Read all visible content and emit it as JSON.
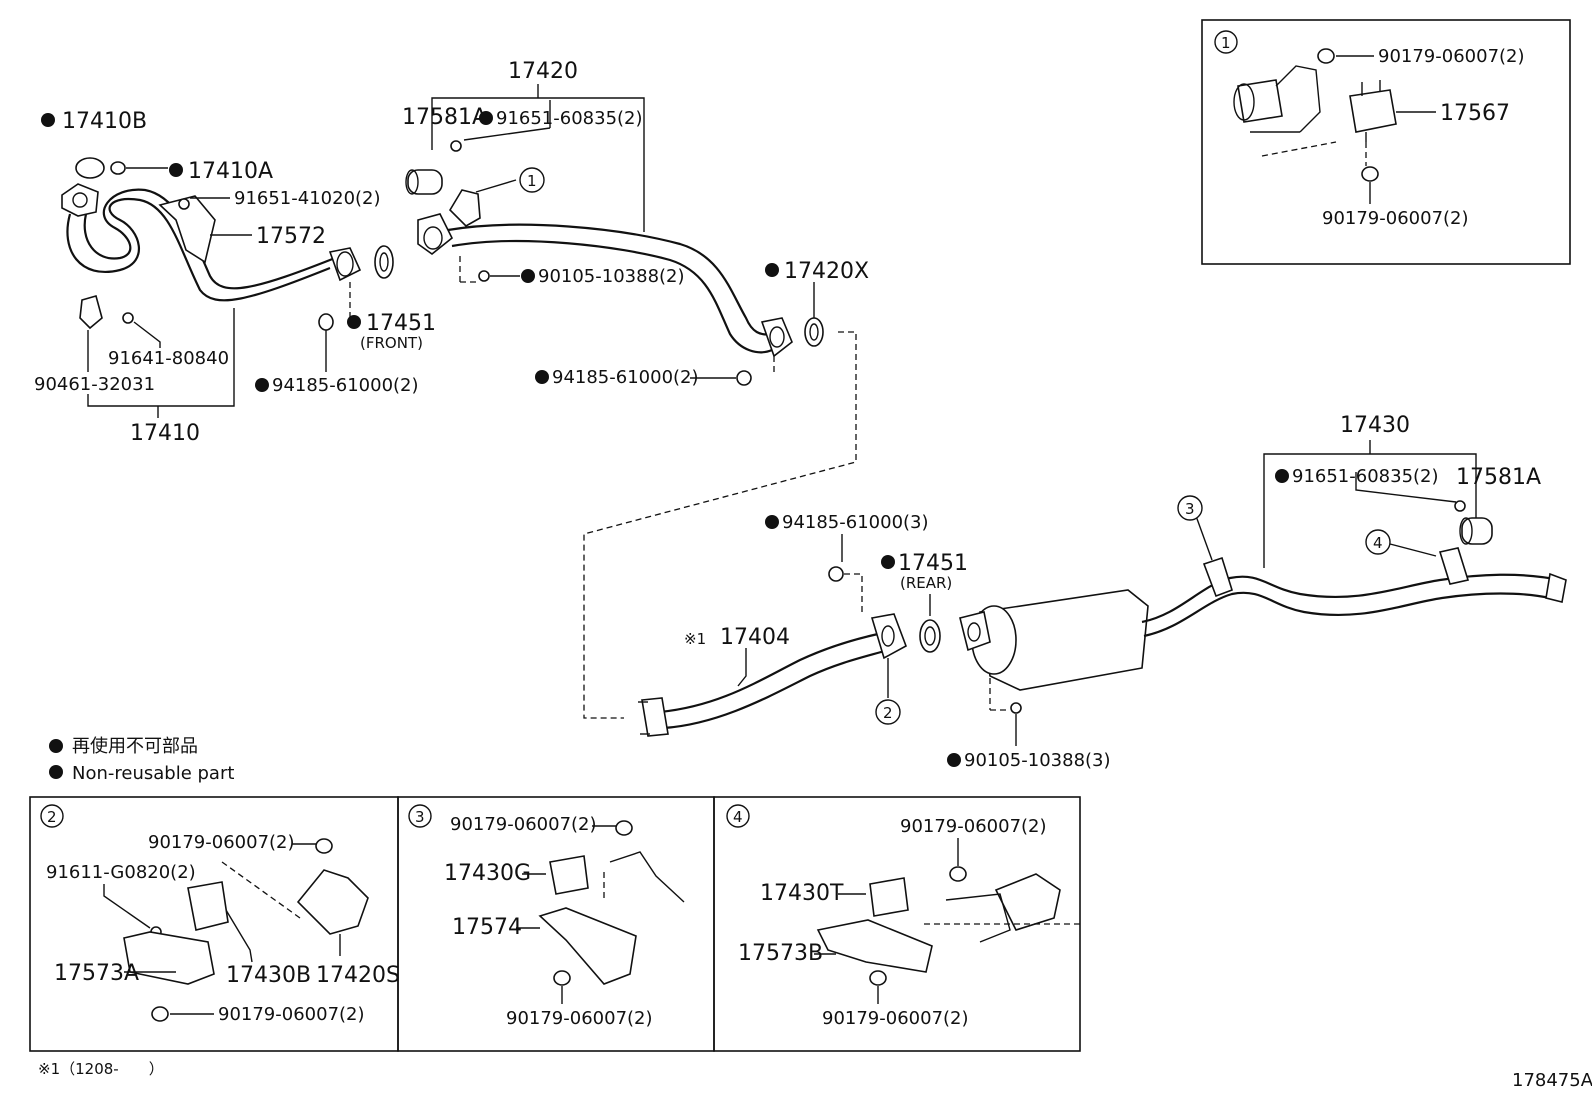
{
  "top_left": {
    "p17410B": "17410B",
    "p17410A": "17410A",
    "p91651_41020": "91651-41020(2)",
    "p17572": "17572",
    "p91641_80840": "91641-80840",
    "p90461_32031": "90461-32031",
    "p17410": "17410",
    "p17451": "17451",
    "p17451_note": "(FRONT)",
    "p94185_61000": "94185-61000(2)"
  },
  "top_mid": {
    "p17420": "17420",
    "p17581A": "17581A",
    "p91651_60835": "91651-60835(2)",
    "callout1": "1",
    "p90105_10388": "90105-10388(2)",
    "p17420X": "17420X",
    "p94185_61000": "94185-61000(2)"
  },
  "inset1": {
    "num": "1",
    "p90179_top": "90179-06007(2)",
    "p17567": "17567",
    "p90179_bottom": "90179-06007(2)"
  },
  "mid": {
    "p94185_61000": "94185-61000(3)",
    "p17451": "17451",
    "p17451_note": "(REAR)",
    "note_mark": "※1",
    "p17404": "17404",
    "callout2": "2",
    "p90105_10388": "90105-10388(3)"
  },
  "right": {
    "p17430": "17430",
    "p91651_60835": "91651-60835(2)",
    "p17581A": "17581A",
    "callout3": "3",
    "callout4": "4"
  },
  "legend": {
    "jp": "再使用不可部品",
    "en": "Non-reusable part"
  },
  "inset2": {
    "num": "2",
    "p90179_top": "90179-06007(2)",
    "p91611": "91611-G0820(2)",
    "p17430B": "17430B",
    "p17420S": "17420S",
    "p17573A": "17573A",
    "p90179_bottom": "90179-06007(2)"
  },
  "inset3": {
    "num": "3",
    "p90179_top": "90179-06007(2)",
    "p17430G": "17430G",
    "p17574": "17574",
    "p90179_bottom": "90179-06007(2)"
  },
  "inset4": {
    "num": "4",
    "p90179_top": "90179-06007(2)",
    "p17430T": "17430T",
    "p17573B": "17573B",
    "p90179_bottom": "90179-06007(2)"
  },
  "footer": {
    "note": "※1（1208-　　）",
    "code": "178475A"
  }
}
